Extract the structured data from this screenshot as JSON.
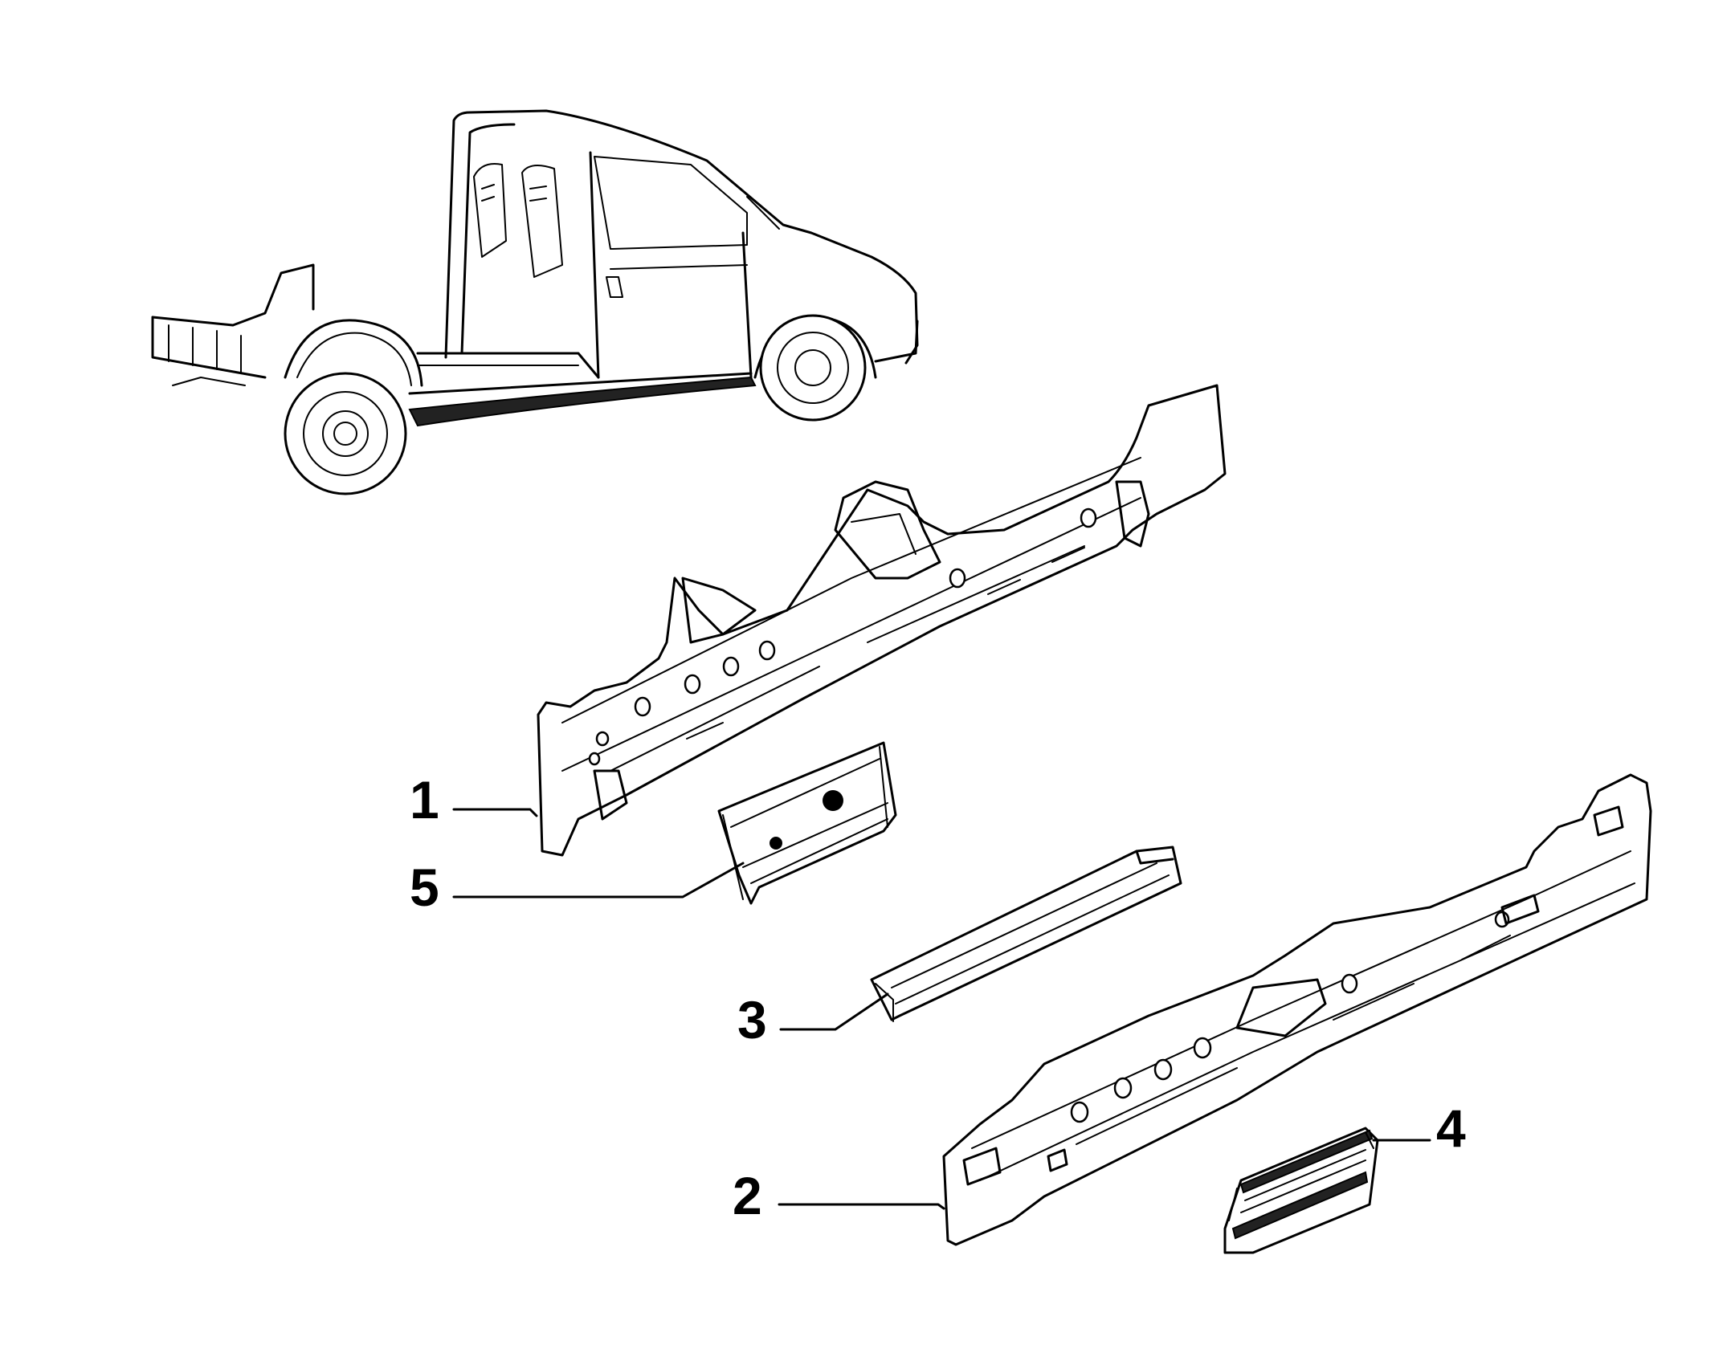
{
  "diagram": {
    "callouts": [
      {
        "id": "1",
        "label": "1"
      },
      {
        "id": "5",
        "label": "5"
      },
      {
        "id": "3",
        "label": "3"
      },
      {
        "id": "2",
        "label": "2"
      },
      {
        "id": "4",
        "label": "4"
      }
    ],
    "colors": {
      "ink": "#000000",
      "paper": "#ffffff",
      "highlight": "#222222"
    }
  }
}
